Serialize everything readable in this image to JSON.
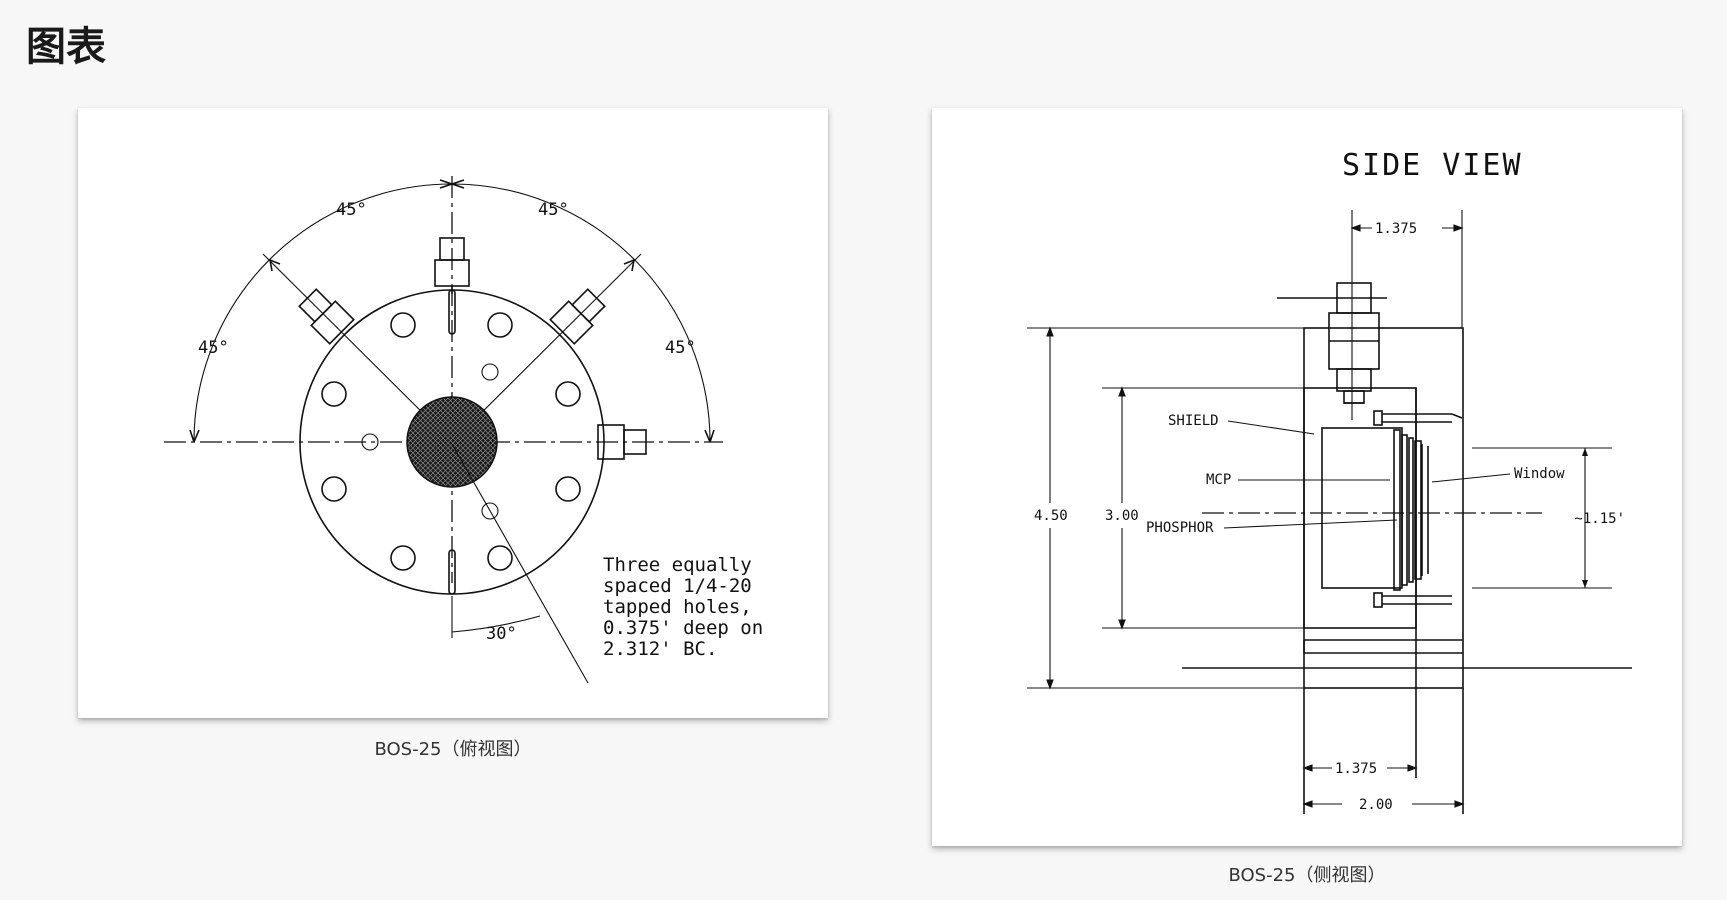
{
  "page": {
    "title": "图表"
  },
  "figures": [
    {
      "caption": "BOS-25（俯视图）",
      "labels": {
        "angle_top_left": "45°",
        "angle_top_right": "45°",
        "angle_left": "45°",
        "angle_right": "45°",
        "angle_bottom": "30°",
        "note": [
          "Three equally",
          "spaced 1/4-20",
          "tapped holes,",
          "0.375' deep on",
          "2.312' BC."
        ]
      }
    },
    {
      "caption": "BOS-25（侧视图）",
      "labels": {
        "title": "SIDE VIEW",
        "dim_top": "1.375",
        "dim_height": "4.50",
        "dim_inner": "3.00",
        "dim_window": "~1.15'",
        "dim_bottom_inner": "1.375",
        "dim_bottom_outer": "2.00",
        "shield": "SHIELD",
        "mcp": "MCP",
        "phosphor": "PHOSPHOR",
        "window": "Window"
      }
    }
  ]
}
